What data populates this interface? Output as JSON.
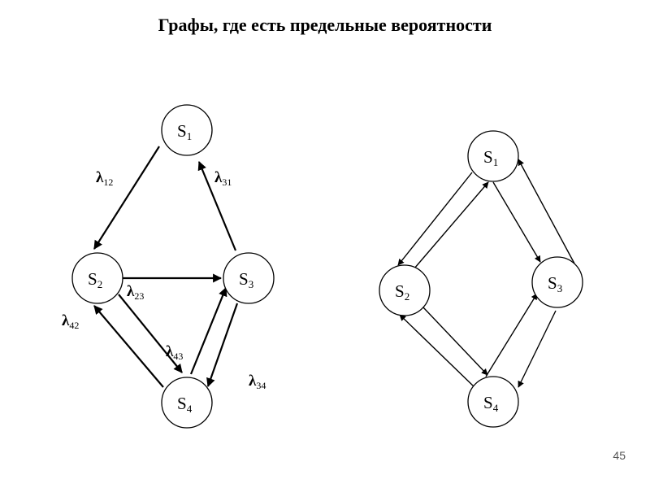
{
  "title": "Графы, где есть предельные вероятности",
  "page_number": "45",
  "diagram_left": {
    "nodes": [
      {
        "id": "S1",
        "letter": "S",
        "sub": "1"
      },
      {
        "id": "S2",
        "letter": "S",
        "sub": "2"
      },
      {
        "id": "S3",
        "letter": "S",
        "sub": "3"
      },
      {
        "id": "S4",
        "letter": "S",
        "sub": "4"
      }
    ],
    "edges": [
      {
        "from": "S1",
        "to": "S2",
        "symbol": "λ",
        "sub": "12"
      },
      {
        "from": "S3",
        "to": "S1",
        "symbol": "λ",
        "sub": "31"
      },
      {
        "from": "S2",
        "to": "S3",
        "symbol": "λ",
        "sub": "23"
      },
      {
        "from": "S2",
        "to": "S4",
        "symbol": "",
        "sub": ""
      },
      {
        "from": "S4",
        "to": "S2",
        "symbol": "λ",
        "sub": "42"
      },
      {
        "from": "S4",
        "to": "S3",
        "symbol": "λ",
        "sub": "43"
      },
      {
        "from": "S3",
        "to": "S4",
        "symbol": "λ",
        "sub": "34"
      }
    ]
  },
  "diagram_right": {
    "nodes": [
      {
        "id": "S1",
        "letter": "S",
        "sub": "1"
      },
      {
        "id": "S2",
        "letter": "S",
        "sub": "2"
      },
      {
        "id": "S3",
        "letter": "S",
        "sub": "3"
      },
      {
        "id": "S4",
        "letter": "S",
        "sub": "4"
      }
    ],
    "edges": [
      {
        "from": "S1",
        "to": "S2"
      },
      {
        "from": "S2",
        "to": "S1"
      },
      {
        "from": "S1",
        "to": "S3"
      },
      {
        "from": "S3",
        "to": "S1"
      },
      {
        "from": "S2",
        "to": "S4"
      },
      {
        "from": "S4",
        "to": "S2"
      },
      {
        "from": "S4",
        "to": "S3"
      },
      {
        "from": "S3",
        "to": "S4"
      }
    ]
  }
}
